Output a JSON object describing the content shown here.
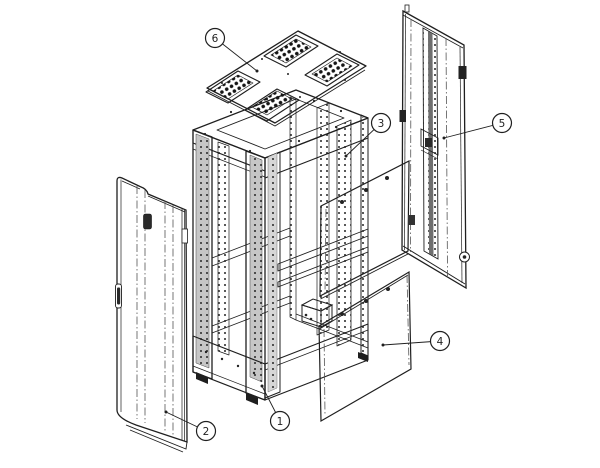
{
  "diagram": {
    "background_color": "#ffffff",
    "line_color": "#1f1f1f",
    "shade_color": "#c6c6c6",
    "callouts": [
      {
        "label": "1"
      },
      {
        "label": "2"
      },
      {
        "label": "3"
      },
      {
        "label": "4"
      },
      {
        "label": "5"
      },
      {
        "label": "6"
      }
    ]
  }
}
